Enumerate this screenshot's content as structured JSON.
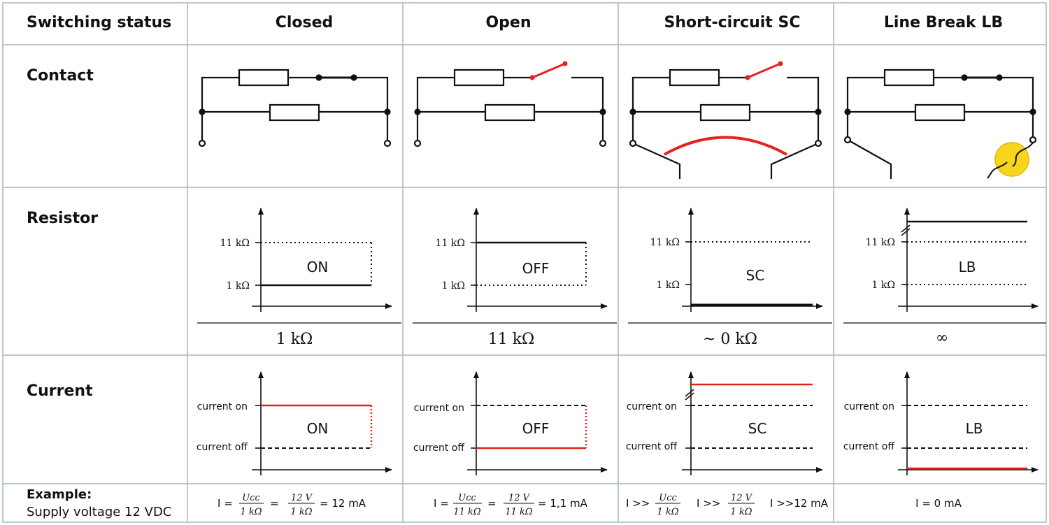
{
  "header": {
    "col0": "Switching status",
    "col1": "Closed",
    "col2": "Open",
    "col3": "Short-circuit SC",
    "col4": "Line Break LB"
  },
  "rows": {
    "contact": "Contact",
    "resistor": "Resistor",
    "current": "Current",
    "example_title": "Example:",
    "example_sub": "Supply voltage 12 VDC"
  },
  "resistor_axis": {
    "high": "11 kΩ",
    "low": "1 kΩ"
  },
  "current_axis": {
    "high": "current on",
    "low": "current off"
  },
  "states": {
    "closed": "ON",
    "open": "OFF",
    "sc": "SC",
    "lb": "LB"
  },
  "resistance_values": {
    "closed": "1 kΩ",
    "open": "11 kΩ",
    "sc": "~ 0 kΩ",
    "lb": "∞"
  },
  "examples": {
    "closed": {
      "prefix": "I =",
      "f1_num": "Ucc",
      "f1_den": "1 kΩ",
      "eq": "=",
      "f2_num": "12 V",
      "f2_den": "1 kΩ",
      "result": "= 12 mA"
    },
    "open": {
      "prefix": "I =",
      "f1_num": "Ucc",
      "f1_den": "11 kΩ",
      "eq": "=",
      "f2_num": "12 V",
      "f2_den": "11 kΩ",
      "result": "= 1,1 mA"
    },
    "sc": {
      "prefix": "I >>",
      "f1_num": "Ucc",
      "f1_den": "1 kΩ",
      "mid": "I >>",
      "f2_num": "12 V",
      "f2_den": "1 kΩ",
      "result": "I >>12 mA"
    },
    "lb": {
      "text": "I = 0 mA"
    }
  },
  "colors": {
    "red": "#e2231a",
    "grid": "#aab4c4",
    "yellow": "#f7d51d"
  }
}
